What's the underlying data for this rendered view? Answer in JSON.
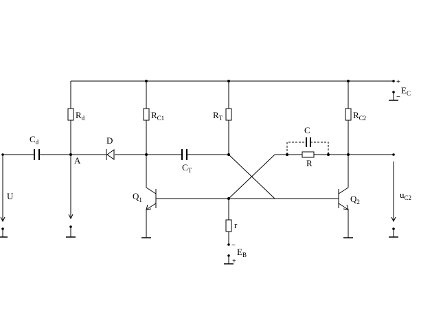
{
  "labels": {
    "U": "U",
    "Cd": "C",
    "Cd_sub": "d",
    "Rd": "R",
    "Rd_sub": "d",
    "A": "A",
    "D": "D",
    "RC1": "R",
    "RC1_sub": "C1",
    "RT": "R",
    "RT_sub": "T",
    "CT": "C",
    "CT_sub": "T",
    "Q1": "Q",
    "Q1_sub": "1",
    "r": "r",
    "EB": "E",
    "EB_sub": "B",
    "C": "C",
    "R": "R",
    "RC2": "R",
    "RC2_sub": "C2",
    "Q2": "Q",
    "Q2_sub": "2",
    "uC2": "u",
    "uC2_sub": "C2",
    "EC": "E",
    "EC_sub": "C"
  },
  "signs": {
    "ec_plus": "+",
    "ec_minus": "−",
    "eb_minus": "−",
    "eb_plus": "+"
  }
}
